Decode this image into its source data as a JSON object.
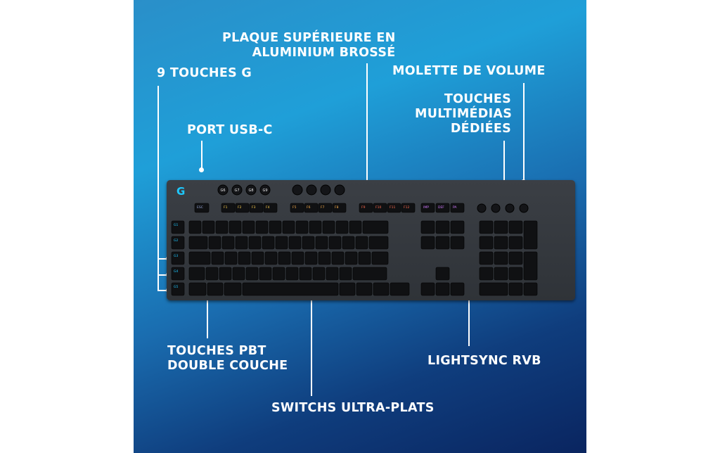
{
  "labels": {
    "aluminium": [
      "PLAQUE SUPÉRIEURE EN",
      "ALUMINIUM BROSSÉ"
    ],
    "gkeys": "9 TOUCHES G",
    "volume": "MOLETTE DE VOLUME",
    "media": [
      "TOUCHES",
      "MULTIMÉDIAS",
      "DÉDIÉES"
    ],
    "usb": "PORT USB-C",
    "pbt": [
      "TOUCHES PBT",
      "DOUBLE COUCHE"
    ],
    "lightsync": "LIGHTSYNC RVB",
    "switches": "SWITCHS ULTRA-PLATS"
  },
  "keyboard": {
    "g_top": [
      "G6",
      "G7",
      "G8",
      "G9"
    ],
    "g_side": [
      "G1",
      "G2",
      "G3",
      "G4",
      "G5"
    ],
    "fkeys": [
      "ESC",
      "F1",
      "F2",
      "F3",
      "F4",
      "F5",
      "F6",
      "F7",
      "F8",
      "F9",
      "F10",
      "F11",
      "F12"
    ],
    "nav_top": [
      "IMP",
      "DEF",
      "PA"
    ],
    "accent": "#1ec8ff"
  }
}
